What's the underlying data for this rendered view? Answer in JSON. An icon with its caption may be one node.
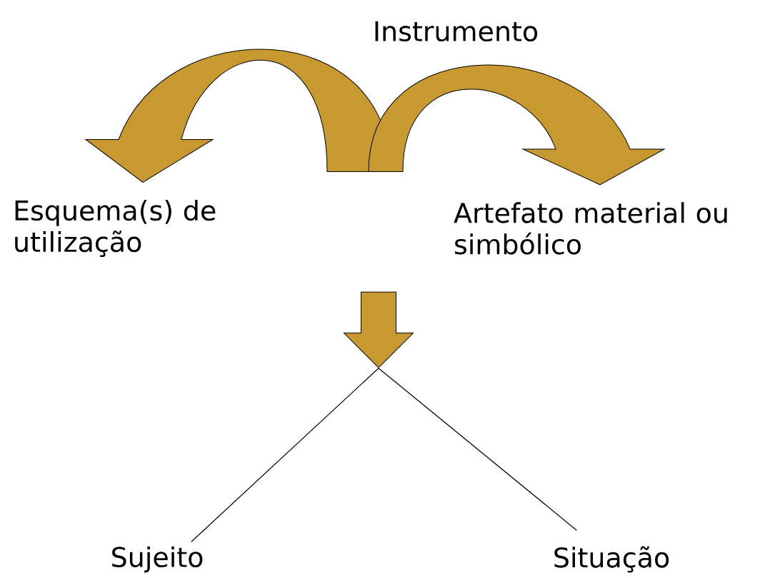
{
  "diagram": {
    "nodes": [
      {
        "text": [
          "Instrumento"
        ]
      },
      {
        "text": [
          "Esquema(s) de utilização"
        ]
      },
      {
        "text": [
          "Artefato material ou simbólico"
        ]
      },
      {
        "text": [],
        "shape": "arrow"
      },
      {
        "text": [
          "Sujeito"
        ]
      },
      {
        "text": [
          "Situação"
        ]
      }
    ],
    "edges": [
      {
        "from": 0,
        "to": 1,
        "arrow": "to"
      },
      {
        "from": 0,
        "to": 2,
        "arrow": "to"
      },
      {
        "from": 3,
        "to": 4,
        "arrow": "none"
      },
      {
        "from": 3,
        "to": 5,
        "arrow": "none"
      }
    ]
  }
}
